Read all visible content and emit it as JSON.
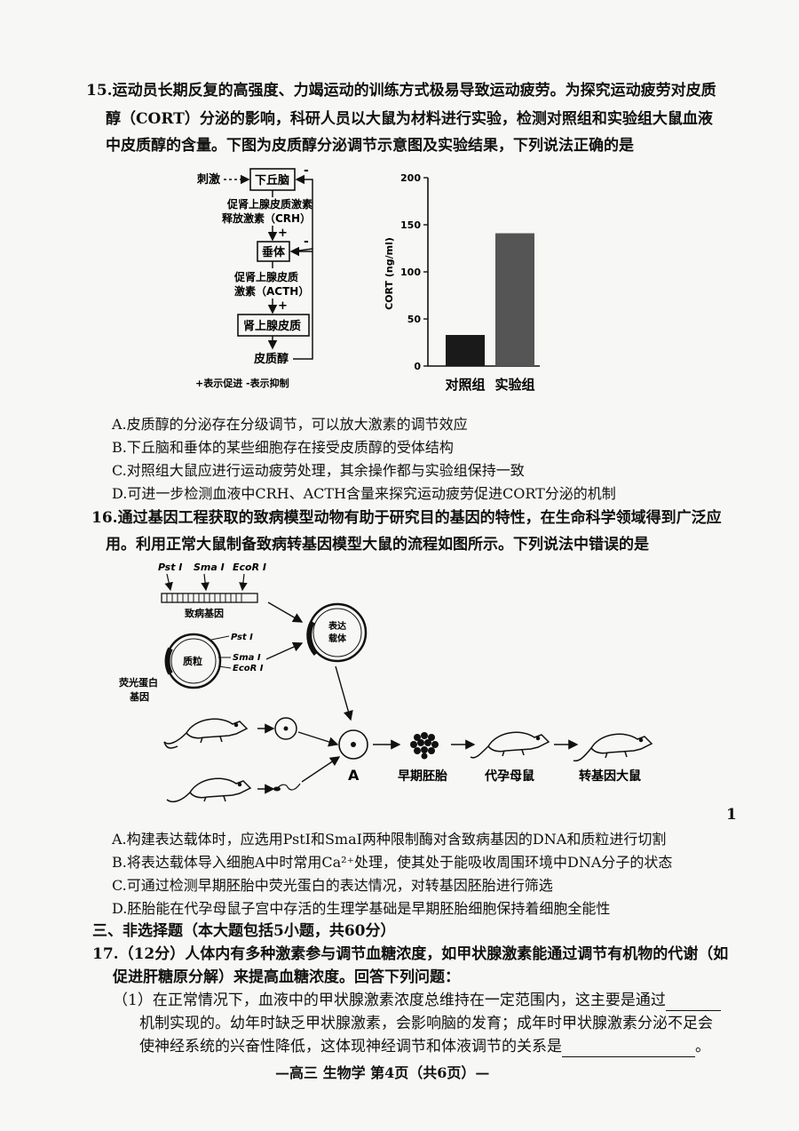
{
  "q15": {
    "lines": [
      "15.运动员长期反复的高强度、力竭运动的训练方式极易导致运动疲劳。为探究运动疲劳对皮质",
      "醇（CORT）分泌的影响，科研人员以大鼠为材料进行实验，检测对照组和实验组大鼠血液",
      "中皮质醇的含量。下图为皮质醇分泌调节示意图及实验结果，下列说法正确的是"
    ],
    "diagram": {
      "stimulus": "刺激",
      "hypothalamus": "下丘脑",
      "crh_line1": "促肾上腺皮质激素",
      "crh_line2": "释放激素（CRH）",
      "pituitary": "垂体",
      "acth_line1": "促肾上腺皮质",
      "acth_line2": "激素（ACTH）",
      "adrenal": "肾上腺皮质",
      "cortisol": "皮质醇",
      "plus": "+",
      "minus": "-",
      "legend": "+表示促进  -表示抑制"
    },
    "options": [
      "A.皮质醇的分泌存在分级调节，可以放大激素的调节效应",
      "B.下丘脑和垂体的某些细胞存在接受皮质醇的受体结构",
      "C.对照组大鼠应进行运动疲劳处理，其余操作都与实验组保持一致",
      "D.可进一步检测血液中CRH、ACTH含量来探究运动疲劳促进CORT分泌的机制"
    ]
  },
  "chart_data": {
    "type": "bar",
    "categories": [
      "对照组",
      "实验组"
    ],
    "values": [
      33,
      141
    ],
    "ylabel": "CORT (ng/ml)",
    "ylim": [
      0,
      200
    ],
    "yticks": [
      "0",
      "50",
      "100",
      "150",
      "200"
    ],
    "colors": [
      "#1a1a1a",
      "#555555"
    ]
  },
  "q16": {
    "lines": [
      "16.通过基因工程获取的致病模型动物有助于研究目的基因的特性，在生命科学领域得到广泛应",
      "用。利用正常大鼠制备致病转基因模型大鼠的流程如图所示。下列说法中错误的是"
    ],
    "diagram": {
      "enzyme_pst": "Pst Ⅰ",
      "enzyme_sma": "Sma Ⅰ",
      "enzyme_eco": "EcoR Ⅰ",
      "disease_gene": "致病基因",
      "plasmid": "质粒",
      "gfp_line1": "荧光蛋白",
      "gfp_line2": "基因",
      "vector_line1": "表达",
      "vector_line2": "载体",
      "cell_a": "A",
      "early_embryo": "早期胚胎",
      "surrogate": "代孕母鼠",
      "transgenic": "转基因大鼠"
    },
    "options": [
      "A.构建表达载体时，应选用PstⅠ和SmaⅠ两种限制酶对含致病基因的DNA和质粒进行切割",
      "B.将表达载体导入细胞A中时常用Ca²⁺处理，使其处于能吸收周围环境中DNA分子的状态",
      "C.可通过检测早期胚胎中荧光蛋白的表达情况，对转基因胚胎进行筛选",
      "D.胚胎能在代孕母鼠子宫中存活的生理学基础是早期胚胎细胞保持着细胞全能性"
    ]
  },
  "margin_mark": "1",
  "section3": "三、非选择题（本大题包括5小题，共60分）",
  "q17": {
    "line1": "17.（12分）人体内有多种激素参与调节血糖浓度，如甲状腺激素能通过调节有机物的代谢（如",
    "line2": "促进肝糖原分解）来提高血糖浓度。回答下列问题：",
    "sub1_a": "（1）在正常情况下，血液中的甲状腺激素浓度总维持在一定范围内，这主要是通过",
    "sub1_b": "机制实现的。幼年时缺乏甲状腺激素，会影响脑的发育；成年时甲状腺激素分泌不足会",
    "sub1_c": "使神经系统的兴奋性降低，这体现神经调节和体液调节的关系是",
    "sub1_end": "。"
  },
  "footer": "—高三  生物学  第4页（共6页）—"
}
